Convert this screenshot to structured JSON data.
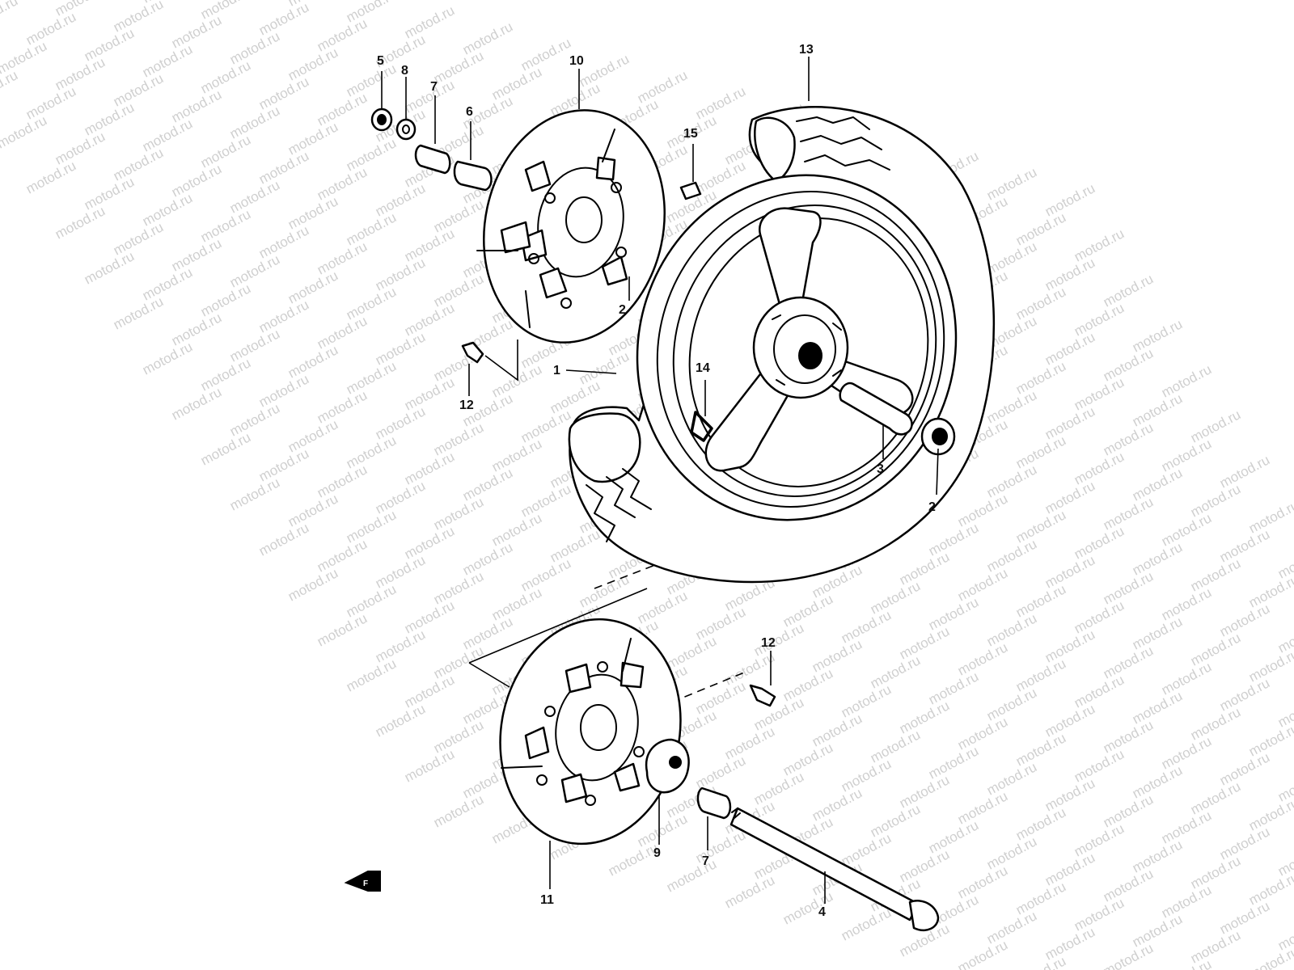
{
  "watermark": {
    "text": "motod.ru",
    "color": "#cfcfcf"
  },
  "callouts": {
    "p1": "1",
    "p2a": "2",
    "p2b": "2",
    "p3": "3",
    "p4": "4",
    "p5": "5",
    "p6": "6",
    "p7a": "7",
    "p7b": "7",
    "p8": "8",
    "p9": "9",
    "p10": "10",
    "p11": "11",
    "p12a": "12",
    "p12b": "12",
    "p13": "13",
    "p14": "14",
    "p15": "15"
  },
  "front_arrow": {
    "icon": "front-direction-arrow-icon",
    "label": "F"
  }
}
